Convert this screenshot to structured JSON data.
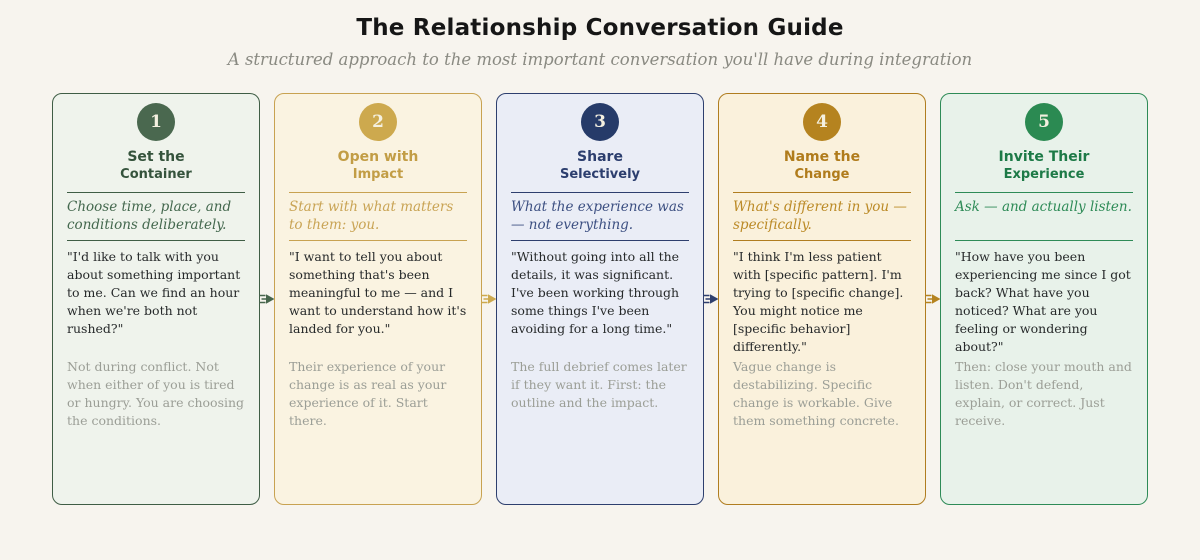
{
  "page": {
    "title": "The Relationship Conversation Guide",
    "subtitle": "A structured approach to the most important conversation you'll have during integration"
  },
  "cards": [
    {
      "number": "1",
      "title_line1": "Set the",
      "title_line2": "Container",
      "principle": "Choose time, place, and conditions deliberately.",
      "script": "\"I'd like to talk with you about something important to me. Can we find an hour when we're both not rushed?\"",
      "note": "Not during conflict. Not when either of you is tired or hungry. You are choosing the conditions.",
      "colors": {
        "border": "#3f5d45",
        "bg": "#eff3ec",
        "circle": "#4a684f",
        "title": "#35533c",
        "principle": "#44684e"
      }
    },
    {
      "number": "2",
      "title_line1": "Open with",
      "title_line2": "Impact",
      "principle": "Start with what matters to them: you.",
      "script": "\"I want to tell you about something that's been meaningful to me — and I want to understand how it's landed for you.\"",
      "note": "Their experience of your change is as real as your experience of it. Start there.",
      "colors": {
        "border": "#c8a251",
        "bg": "#faf3e1",
        "circle": "#cda94e",
        "title": "#c29d45",
        "principle": "#c9a455"
      }
    },
    {
      "number": "3",
      "title_line1": "Share",
      "title_line2": "Selectively",
      "principle": "What the experience was — not everything.",
      "script": "\"Without going into all the details, it was significant. I've been working through some things I've been avoiding for a long time.\"",
      "note": "The full debrief comes later if they want it. First: the outline and the impact.",
      "colors": {
        "border": "#2e3f6e",
        "bg": "#eaedf6",
        "circle": "#263b69",
        "title": "#2c3e6e",
        "principle": "#3d5082"
      }
    },
    {
      "number": "4",
      "title_line1": "Name the",
      "title_line2": "Change",
      "principle": "What's different in you — specifically.",
      "script": "\"I think I'm less patient with [specific pattern]. I'm trying to [specific change]. You might notice me [specific behavior] differently.\"",
      "note": "Vague change is destabilizing. Specific change is workable. Give them something concrete.",
      "colors": {
        "border": "#b07d20",
        "bg": "#faf1dc",
        "circle": "#b5831f",
        "title": "#b07c1c",
        "principle": "#bb8a26"
      }
    },
    {
      "number": "5",
      "title_line1": "Invite Their",
      "title_line2": "Experience",
      "principle": "Ask — and actually listen.",
      "script": "\"How have you been experiencing me since I got back? What have you noticed? What are you feeling or wondering about?\"",
      "note": "Then: close your mouth and listen. Don't defend, explain, or correct. Just receive.",
      "colors": {
        "border": "#2e8b57",
        "bg": "#e8f2ea",
        "circle": "#2b8a52",
        "title": "#1d7a47",
        "principle": "#2e8b57"
      }
    }
  ],
  "arrows": [
    {
      "color": "#47654c"
    },
    {
      "color": "#cda94e"
    },
    {
      "color": "#2e3f6e"
    },
    {
      "color": "#b5831f"
    }
  ]
}
